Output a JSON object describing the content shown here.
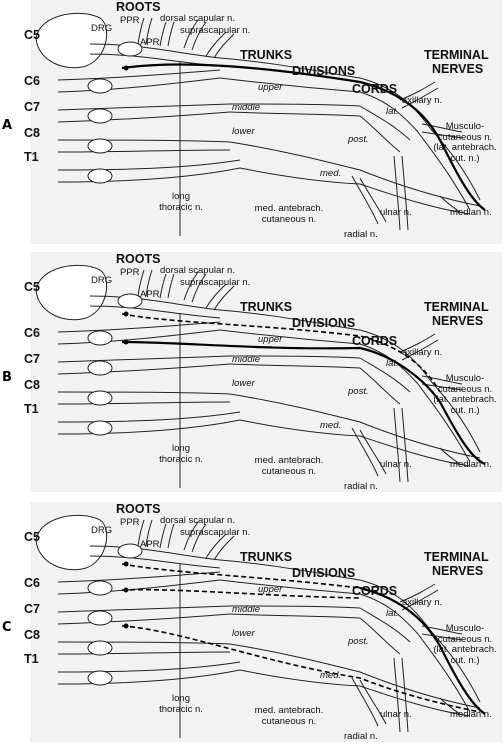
{
  "panels": [
    {
      "letter": "A"
    },
    {
      "letter": "B"
    },
    {
      "letter": "C"
    }
  ],
  "labels": {
    "roots_title": "ROOTS",
    "trunks_title": "TRUNKS",
    "divisions_title": "DIVISIONS",
    "cords_title": "CORDS",
    "terminal_title_line1": "TERMINAL",
    "terminal_title_line2": "NERVES",
    "drg": "DRG",
    "ppr": "PPR",
    "apr": "APR",
    "dorsal_scapular": "dorsal scapular n.",
    "suprascapular": "suprascapular n.",
    "root_c5": "C5",
    "root_c6": "C6",
    "root_c7": "C7",
    "root_c8": "C8",
    "root_t1": "T1",
    "trunk_upper": "upper",
    "trunk_middle": "middle",
    "trunk_lower": "lower",
    "cord_lat": "lat.",
    "cord_post": "post.",
    "cord_med": "med.",
    "axillary": "axillary n.",
    "musculo_line1": "Musculo-",
    "musculo_line2": "cutaneous n.",
    "musculo_line3": "(lat. antebrach.",
    "musculo_line4_a": "cut. n.)",
    "musculo_line4_b": "cut. n.)",
    "musculo_line4_c": "cut. n.)",
    "long_thoracic_line1": "long",
    "long_thoracic_line2": "thoracic n.",
    "med_antebrach_line1": "med. antebrach.",
    "med_antebrach_line2": "cutaneous n.",
    "ulnar": "ulnar n.",
    "median": "median n.",
    "radial": "radial n."
  }
}
